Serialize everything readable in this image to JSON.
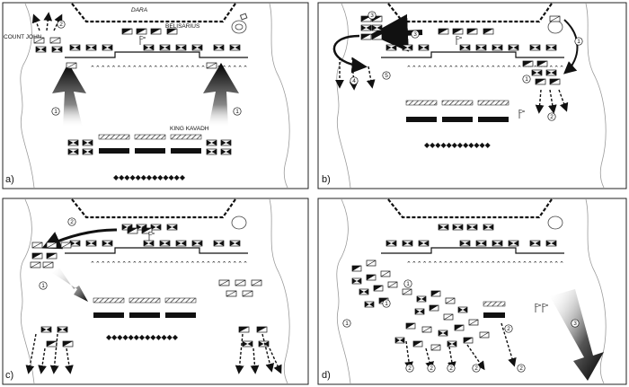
{
  "labels": {
    "city": "DARA",
    "belisarius": "BELISARIUS",
    "count_john": "COUNT JOHN",
    "king_kavadh": "KING KAVADH"
  },
  "panel_letters": [
    "a)",
    "b)",
    "c)",
    "d)"
  ],
  "step_numbers": {
    "a": [
      "2",
      "1",
      "1"
    ],
    "b": [
      "3",
      "3",
      "4",
      "5",
      "1",
      "1",
      "2"
    ],
    "c": [
      "2",
      "1"
    ],
    "d": [
      "1",
      "1",
      "1",
      "2",
      "2",
      "2",
      "2",
      "2",
      "2",
      "3"
    ]
  },
  "colors": {
    "ink": "#111111",
    "paper": "#ffffff",
    "grey": "#888888",
    "coast": "#9a9a9a"
  },
  "icons": [
    "flag-icon",
    "hill-icon",
    "unit-marker-icon",
    "trench-icon"
  ]
}
